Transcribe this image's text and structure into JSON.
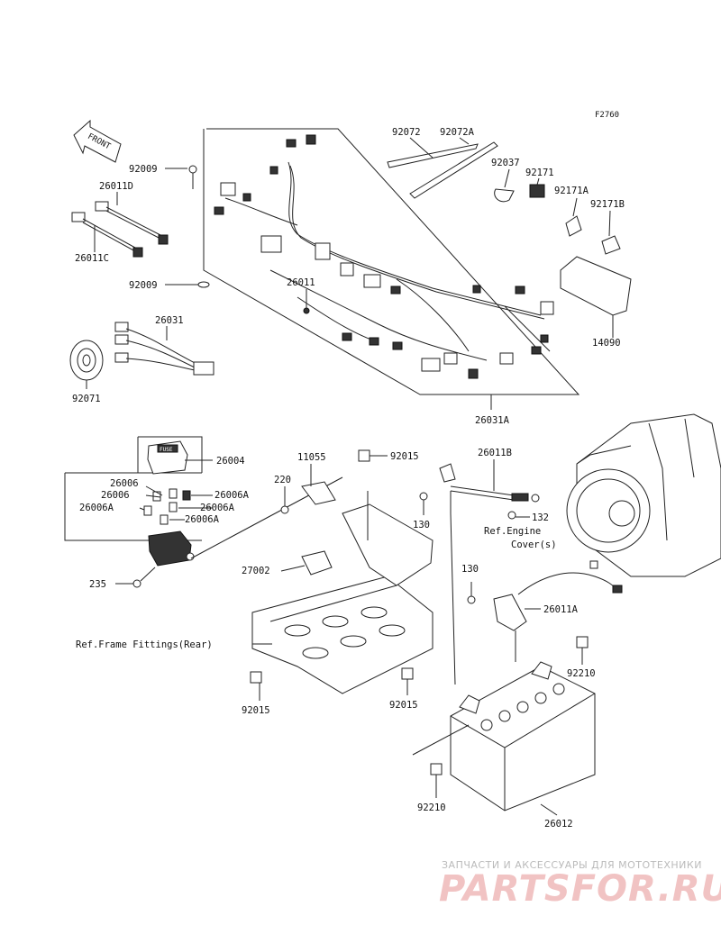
{
  "figure_code": "F2760",
  "front_arrow": "FRONT",
  "labels": {
    "p92072": "92072",
    "p92072A": "92072A",
    "p92037": "92037",
    "p92171": "92171",
    "p92171A": "92171A",
    "p92171B": "92171B",
    "p14090": "14090",
    "p92009a": "92009",
    "p92009b": "92009",
    "p26011D": "26011D",
    "p26011C": "26011C",
    "p26011": "26011",
    "p26031": "26031",
    "p92071": "92071",
    "p26031A": "26031A",
    "p26004": "26004",
    "p26006a": "26006",
    "p26006b": "26006",
    "p26006Aa": "26006A",
    "p26006Ab": "26006A",
    "p26006Ac": "26006A",
    "p26006Ad": "26006A",
    "p235": "235",
    "p11055": "11055",
    "p220": "220",
    "p92015a": "92015",
    "p92015b": "92015",
    "p92015c": "92015",
    "p27002": "27002",
    "p26011B": "26011B",
    "p130a": "130",
    "p130b": "130",
    "p132": "132",
    "ref_engine_1": "Ref.Engine",
    "ref_engine_2": "Cover(s)",
    "p26011A": "26011A",
    "p92210a": "92210",
    "p92210b": "92210",
    "p26012": "26012",
    "ref_frame": "Ref.Frame Fittings(Rear)"
  },
  "fuse_text": "FUSE",
  "watermark": {
    "tagline": "ЗАПЧАСТИ И АКСЕССУАРЫ ДЛЯ МОТОТЕХНИКИ",
    "logo": "PARTSFOR.RU"
  }
}
